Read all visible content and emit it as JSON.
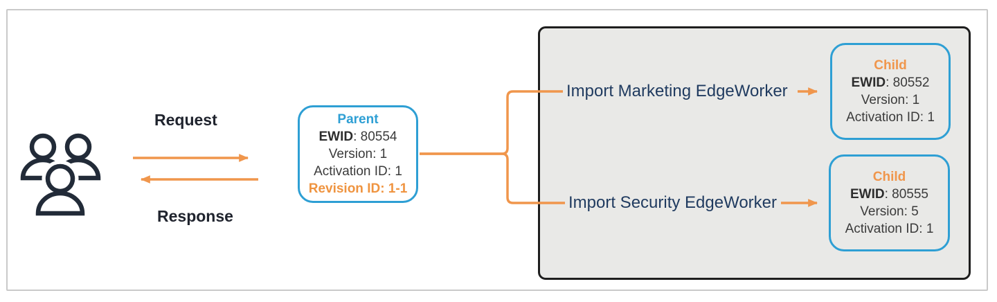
{
  "flow": {
    "request_label": "Request",
    "response_label": "Response"
  },
  "parent_box": {
    "title": "Parent",
    "ewid_label": "EWID",
    "ewid_value": ": 80554",
    "version": "Version: 1",
    "activation": "Activation ID: 1",
    "revision": "Revision ID: 1-1"
  },
  "flows": [
    {
      "label": "Import Marketing EdgeWorker",
      "child": {
        "title": "Child",
        "ewid_label": "EWID",
        "ewid_value": ": 80552",
        "version": "Version: 1",
        "activation": "Activation ID: 1"
      }
    },
    {
      "label": "Import Security EdgeWorker",
      "child": {
        "title": "Child",
        "ewid_label": "EWID",
        "ewid_value": ": 80555",
        "version": "Version: 5",
        "activation": "Activation ID: 1"
      }
    }
  ],
  "icons": {
    "users": "three-users-group-icon",
    "request_arrow": "right-arrow-icon",
    "response_arrow": "left-arrow-icon",
    "fork": "branching-connector-icon"
  },
  "colors": {
    "orange": "#F0964C",
    "blue": "#2E9FD4",
    "navy": "#1F3A5F",
    "dark_text": "#20242E",
    "body_text": "#3B3B3B",
    "container_bg": "#E9E9E7",
    "container_border": "#1E1E1E",
    "frame_border": "#C9C9C9"
  }
}
